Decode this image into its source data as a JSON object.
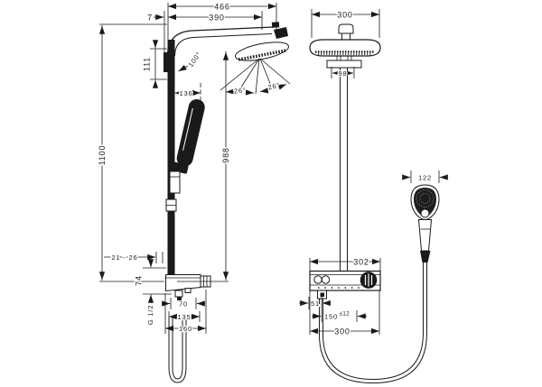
{
  "drawing": {
    "type": "shower-system-dimensional-drawing",
    "background_color": "#ffffff",
    "line_color": "#1a1a1a",
    "side_view": {
      "reach_total": "466",
      "reach_arm": "390",
      "wall_offset": "7",
      "upper_height": "111",
      "arm_angle": "100°",
      "handshower_offset": "136",
      "spray_angle_left": "26°",
      "spray_angle_right": "26°",
      "total_height": "1100",
      "head_height": "988",
      "wall_distance_range": "21 - 26",
      "valve_height": "74",
      "thread_size": "G 1/2",
      "valve_depth_inner": "70",
      "valve_depth_mid": "135",
      "valve_depth_outer": "160"
    },
    "front_view": {
      "head_width": "300",
      "bracket_width": "98",
      "handshower_width": "122",
      "shelf_width": "302",
      "hose_offset": "51",
      "connection_spacing": "150",
      "connection_tolerance": "±12",
      "valve_width": "300"
    }
  }
}
